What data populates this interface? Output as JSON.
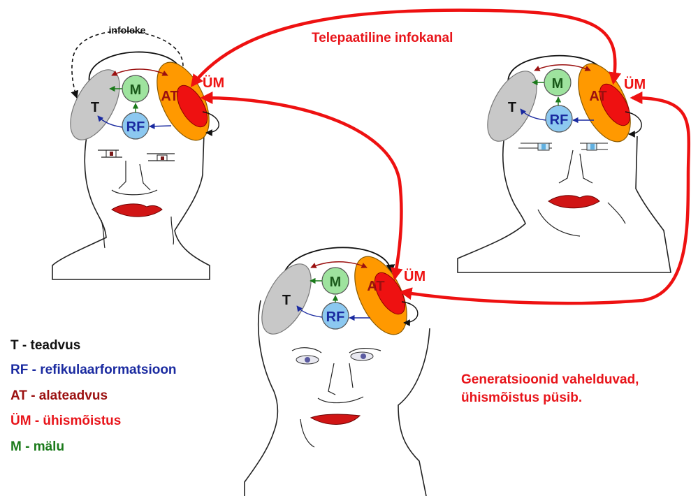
{
  "labels": {
    "T": "T",
    "M": "M",
    "RF": "RF",
    "AT": "AT",
    "UM": "ÜM",
    "infoleke": "infoleke"
  },
  "channel_label": "Telepaatiline infokanal",
  "caption": {
    "line1": "Generatsioonid vahelduvad,",
    "line2": "ühismõistus püsib."
  },
  "legend": [
    {
      "key": "T - teadvus",
      "color": "#111111"
    },
    {
      "key": "RF - refikulaarformatsioon",
      "color": "#1a2aa0"
    },
    {
      "key": "AT - alateadvus",
      "color": "#9b1010"
    },
    {
      "key": "ÜM - ühismõistus",
      "color": "#e8141a"
    },
    {
      "key": "M - mälu",
      "color": "#1a7a1a"
    }
  ],
  "colors": {
    "T": "#c8c8c8",
    "M": "#9ee39e",
    "RF": "#8cc8f0",
    "AT": "#ff9900",
    "UM": "#ee1111",
    "channel": "#ee1111",
    "arrow_at": "#9b1010",
    "arrow_m": "#1a7a1a",
    "arrow_rf": "#1a2aa0"
  }
}
